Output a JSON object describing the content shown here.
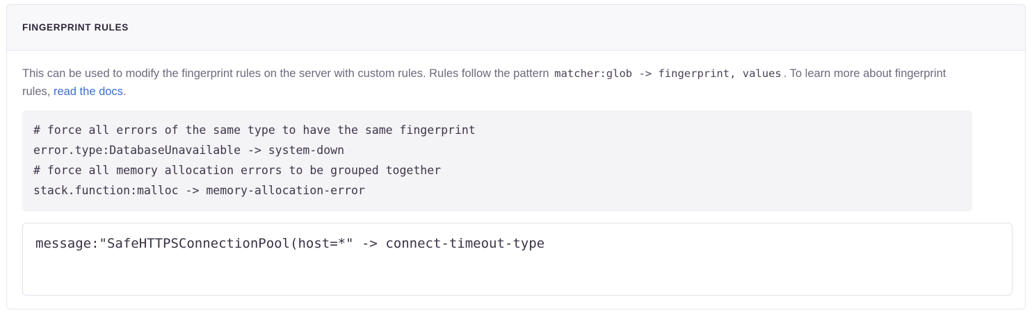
{
  "panel": {
    "title": "FINGERPRINT RULES",
    "description": {
      "part1": "This can be used to modify the fingerprint rules on the server with custom rules. Rules follow the pattern",
      "inline_code": "matcher:glob -> fingerprint, values",
      "part2": ". To learn more about fingerprint rules,",
      "link_label": "read the docs",
      "part3": "."
    },
    "example_code": {
      "lines": [
        "# force all errors of the same type to have the same fingerprint",
        "error.type:DatabaseUnavailable -> system-down",
        "# force all memory allocation errors to be grouped together",
        "stack.function:malloc -> memory-allocation-error"
      ]
    },
    "rules_field": {
      "value": "message:\"SafeHTTPSConnectionPool(host=*\" -> connect-timeout-type",
      "placeholder": ""
    }
  },
  "colors": {
    "link": "#3b6ecc",
    "title": "#2f2436",
    "description": "#6c6a7c",
    "code_text": "#3e3548",
    "code_background": "#f4f4f7",
    "header_background": "#f8f8fb",
    "border": "#e7e5ef"
  }
}
